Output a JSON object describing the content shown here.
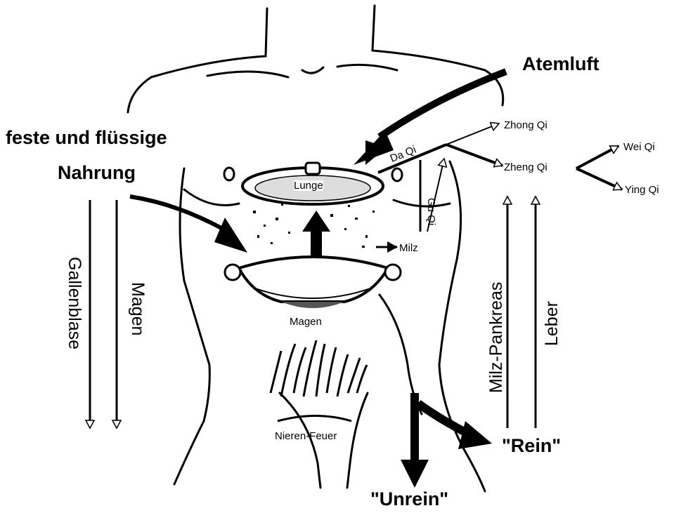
{
  "labels": {
    "atemluft": "Atemluft",
    "nahrung_line1": "feste und flüssige",
    "nahrung_line2": "Nahrung",
    "lunge": "Lunge",
    "magen_pot": "Magen",
    "milz": "Milz",
    "nieren_feuer": "Nieren-Feuer",
    "da_qi": "Da Qi",
    "gu_qi": "Gu Qi",
    "zhong_qi": "Zhong Qi",
    "zheng_qi": "Zheng Qi",
    "wei_qi": "Wei Qi",
    "ying_qi": "Ying Qi",
    "gallenblase": "Gallenblase",
    "magen_side": "Magen",
    "milz_pankreas": "Milz-Pankreas",
    "leber": "Leber",
    "rein": "\"Rein\"",
    "unrein": "\"Unrein\""
  }
}
